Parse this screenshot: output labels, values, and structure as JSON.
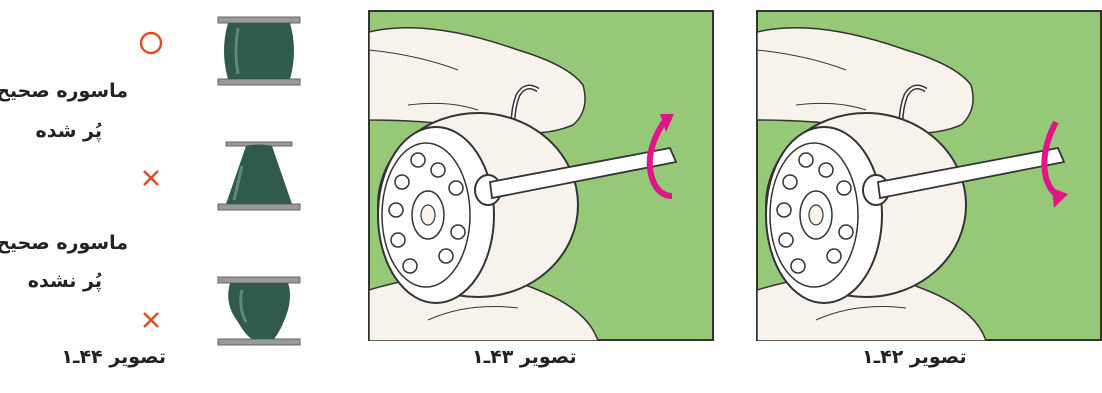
{
  "figures": [
    {
      "id": "fig-44",
      "caption": "تصویر ۴۴ـ۱",
      "kind": "bobbin-comparison"
    },
    {
      "id": "fig-43",
      "caption": "تصویر ۴۳ـ۱",
      "kind": "bobbin-case-turning"
    },
    {
      "id": "fig-42",
      "caption": "تصویر ۴۲ـ۱",
      "kind": "bobbin-case-turning"
    }
  ],
  "bobbin_comparison": {
    "marks": {
      "correct": "O",
      "incorrect": "×"
    },
    "note_1_line_1": "ماسوره صحیح",
    "note_1_line_2": "پُر شده",
    "note_2_line_1": "ماسوره صحیح",
    "note_2_line_2": "پُر نشده"
  },
  "colors": {
    "mark": "#e24a1f",
    "thread": "#2f5a4c",
    "panel_green": "#95c877",
    "arrow_magenta": "#e0158a"
  },
  "icons": [
    "correct-circle-icon",
    "incorrect-cross-icon",
    "rotation-arrow-icon"
  ]
}
